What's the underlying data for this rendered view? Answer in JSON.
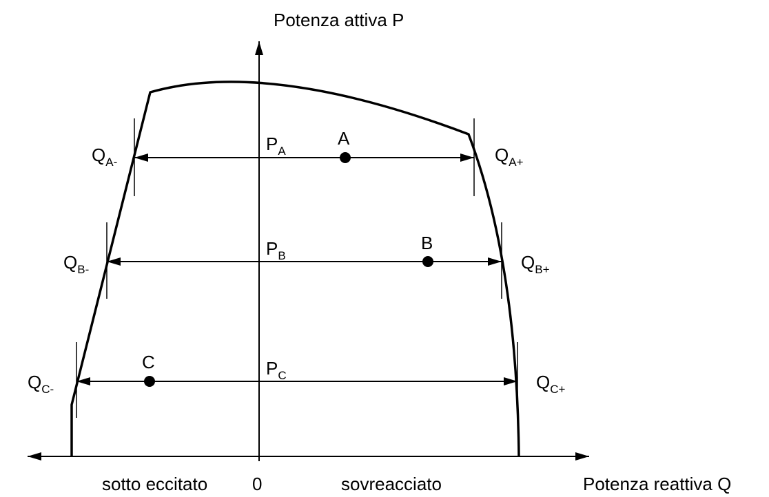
{
  "axes": {
    "y_label": "Potenza attiva P",
    "x_label": "Potenza reattiva Q",
    "origin_label": "0",
    "left_region_label": "sotto eccitato",
    "right_region_label": "sovreacciato"
  },
  "levels": [
    {
      "p_main": "P",
      "p_sub": "A",
      "qneg_main": "Q",
      "qneg_sub": "A-",
      "qpos_main": "Q",
      "qpos_sub": "A+"
    },
    {
      "p_main": "P",
      "p_sub": "B",
      "qneg_main": "Q",
      "qneg_sub": "B-",
      "qpos_main": "Q",
      "qpos_sub": "B+"
    },
    {
      "p_main": "P",
      "p_sub": "C",
      "qneg_main": "Q",
      "qneg_sub": "C-",
      "qpos_main": "Q",
      "qpos_sub": "C+"
    }
  ],
  "points": [
    {
      "label": "A"
    },
    {
      "label": "B"
    },
    {
      "label": "C"
    }
  ]
}
